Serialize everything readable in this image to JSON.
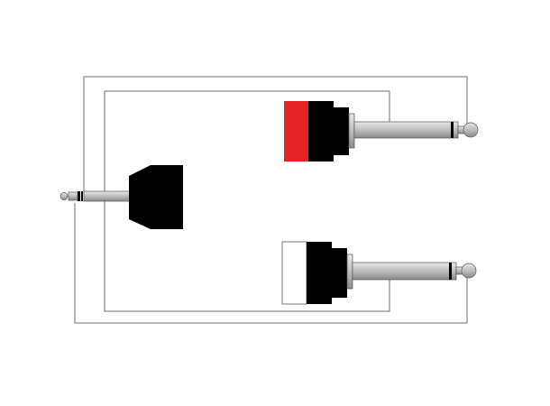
{
  "diagram": {
    "connectors": [
      {
        "id": "stereo-mini-plug",
        "type": "3.5mm stereo plug",
        "boot_color": "#000000"
      },
      {
        "id": "mono-plug-red",
        "type": "6.3mm mono plug",
        "marker_color": "#e32526",
        "boot_color": "#000000"
      },
      {
        "id": "mono-plug-white",
        "type": "6.3mm mono plug",
        "marker_color": "#ffffff",
        "boot_color": "#000000"
      }
    ],
    "colors": {
      "wire": "#6e6e6e",
      "metal": "#bdbdbd",
      "metal_outline": "#555555"
    }
  }
}
